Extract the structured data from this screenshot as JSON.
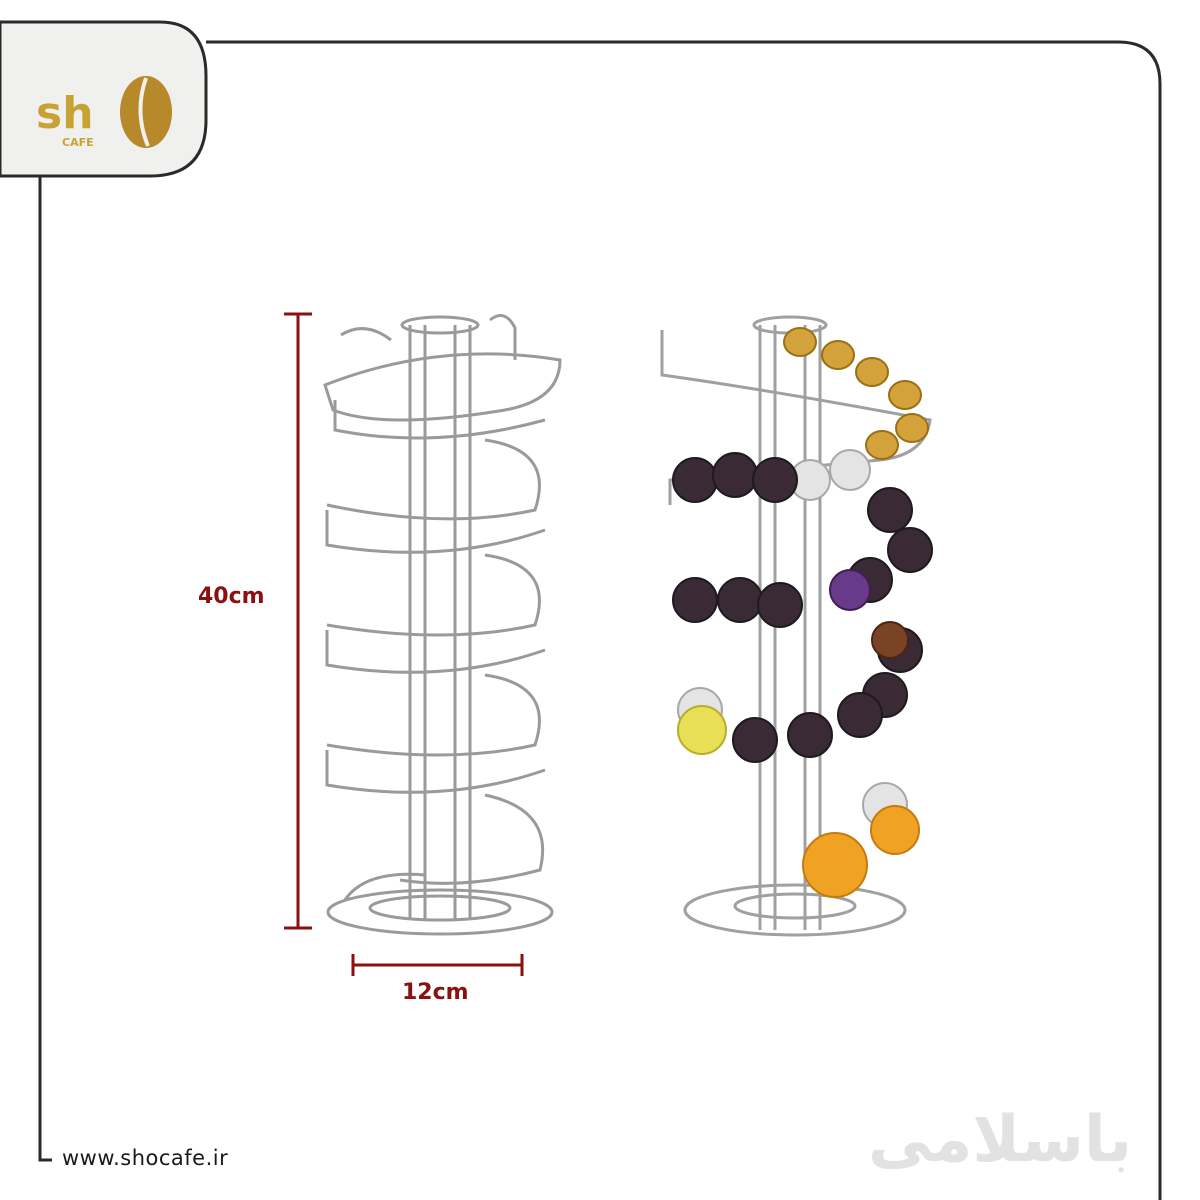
{
  "logo": {
    "letters": "sh",
    "sub": "CAFE"
  },
  "dimensions": {
    "height_label": "40cm",
    "width_label": "12cm"
  },
  "footer": {
    "website": "www.shocafe.ir"
  },
  "watermark": {
    "text": "باسلامی"
  },
  "colors": {
    "accent": "#8b1111",
    "gold": "#c9a236",
    "frame": "#2a2a2a",
    "logo_bg": "#f0f0ee"
  }
}
